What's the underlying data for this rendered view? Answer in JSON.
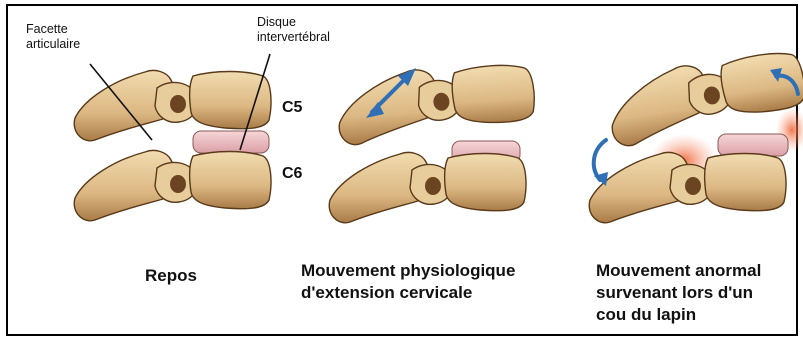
{
  "labels": {
    "facette": "Facette\narticulaire",
    "facette_line1": "Facette",
    "facette_line2": "articulaire",
    "disque_line1": "Disque",
    "disque_line2": "intervertébral",
    "c5": "C5",
    "c6": "C6"
  },
  "captions": {
    "repos": "Repos",
    "physio_line1": "Mouvement physiologique",
    "physio_line2": "d'extension cervicale",
    "anormal_line1": "Mouvement anormal",
    "anormal_line2": "survenant lors d'un",
    "anormal_line3": "cou du lapin"
  },
  "colors": {
    "bone": "#e3c592",
    "bone_shadow": "#b68a53",
    "outline": "#5a3a1a",
    "disc": "#f0c6c9",
    "arrow": "#2f6fb5",
    "pain": "#f27a4a"
  }
}
